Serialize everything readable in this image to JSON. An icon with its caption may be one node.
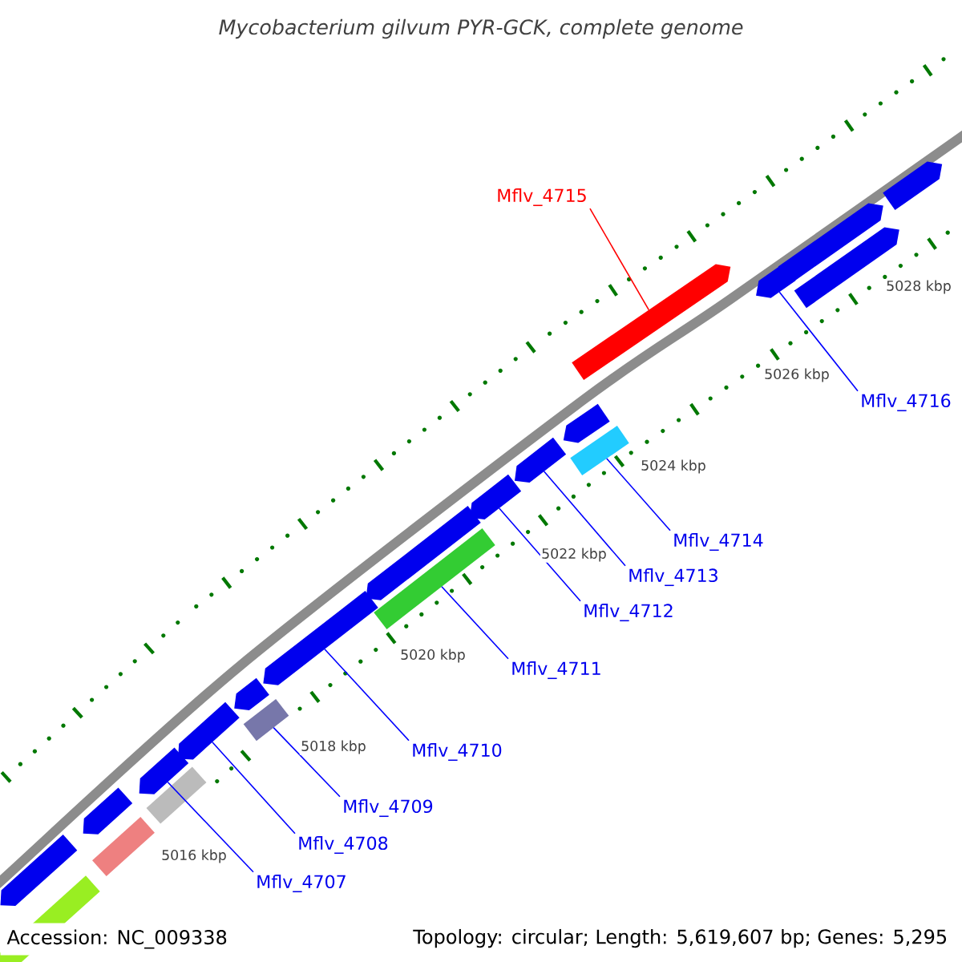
{
  "diagram": {
    "title": "Mycobacterium gilvum PYR-GCK, complete genome",
    "nodes": [
      {
        "text": [
          "Mflv_4715"
        ]
      },
      {
        "text": [
          "Mflv_4716"
        ]
      },
      {
        "text": [
          "Mflv_4714"
        ]
      },
      {
        "text": [
          "Mflv_4713"
        ]
      },
      {
        "text": [
          "Mflv_4712"
        ]
      },
      {
        "text": [
          "Mflv_4711"
        ]
      },
      {
        "text": [
          "Mflv_4710"
        ]
      },
      {
        "text": [
          "Mflv_4709"
        ]
      },
      {
        "text": [
          "Mflv_4708"
        ]
      },
      {
        "text": [
          "Mflv_4707"
        ]
      },
      {
        "text": [],
        "shape": "bar"
      },
      {
        "text": [],
        "shape": "bar"
      },
      {
        "text": [],
        "shape": "bar"
      },
      {
        "text": [],
        "shape": "bar"
      },
      {
        "text": [],
        "shape": "bar"
      },
      {
        "text": [],
        "shape": "bar"
      },
      {
        "text": [],
        "shape": "bar"
      },
      {
        "text": [],
        "shape": "bar"
      },
      {
        "text": [],
        "shape": "bar"
      },
      {
        "text": [],
        "shape": "bar"
      },
      {
        "text": [],
        "shape": "bar"
      },
      {
        "text": [],
        "shape": "bar"
      },
      {
        "text": [],
        "shape": "bar"
      },
      {
        "text": [],
        "shape": "bar"
      },
      {
        "text": [],
        "shape": "bar"
      },
      {
        "text": [],
        "shape": "bar"
      },
      {
        "text": [],
        "shape": "bar"
      },
      {
        "text": [],
        "shape": "bar"
      },
      {
        "text": [],
        "shape": "bar"
      },
      {
        "text": [],
        "shape": "bar"
      },
      {
        "text": [],
        "shape": "bar"
      }
    ],
    "edges": [
      {
        "from": 0,
        "to": 30,
        "arrow": "none",
        "color": "#ff0000"
      },
      {
        "from": 1,
        "to": 20,
        "arrow": "none"
      },
      {
        "from": 2,
        "to": 28,
        "arrow": "none"
      },
      {
        "from": 3,
        "to": 18,
        "arrow": "none"
      },
      {
        "from": 4,
        "to": 17,
        "arrow": "none"
      },
      {
        "from": 5,
        "to": 27,
        "arrow": "none"
      },
      {
        "from": 6,
        "to": 15,
        "arrow": "none"
      },
      {
        "from": 7,
        "to": 26,
        "arrow": "none"
      },
      {
        "from": 8,
        "to": 13,
        "arrow": "none"
      },
      {
        "from": 9,
        "to": 12,
        "arrow": "none"
      }
    ],
    "labels": [
      "5016 kbp",
      "5018 kbp",
      "5020 kbp",
      "5022 kbp",
      "5024 kbp",
      "5026 kbp",
      "5028 kbp",
      "Accession: NC_009338",
      "Topology: circular; Length: 5,619,607 bp; Genes: 5,295"
    ]
  }
}
